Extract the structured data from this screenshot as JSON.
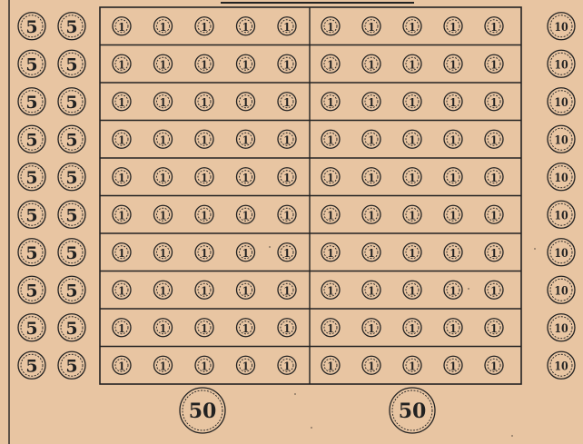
{
  "palette": {
    "paper": "#e8c5a2",
    "ink": "#222222"
  },
  "coins": {
    "five": "5",
    "one": "1",
    "ten": "10",
    "fifty": "50"
  },
  "layout_counts": {
    "rows": 10,
    "five_coins_per_row": 2,
    "one_coins_per_half_row": 5,
    "ten_coins_per_row": 1,
    "fifty_coins": 2
  }
}
